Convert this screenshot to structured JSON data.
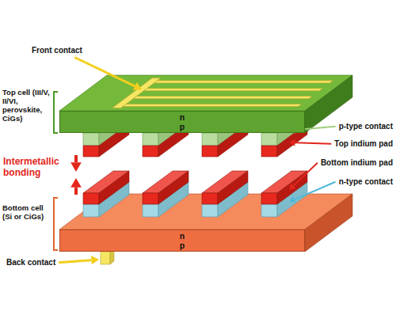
{
  "diagram": {
    "nodes": [
      {
        "text": [
          "n",
          "p"
        ]
      },
      {
        "text": [
          "n",
          "p"
        ]
      }
    ],
    "labels": [
      "Front contact",
      "Top cell (III/V, II/VI, perovskite, CiGs)",
      "Intermetallic bonding",
      "p-type contact",
      "Top indium pad",
      "Bottom indium pad",
      "n-type contact",
      "Bottom cell (Si or CiGs)",
      "Back contact"
    ]
  }
}
